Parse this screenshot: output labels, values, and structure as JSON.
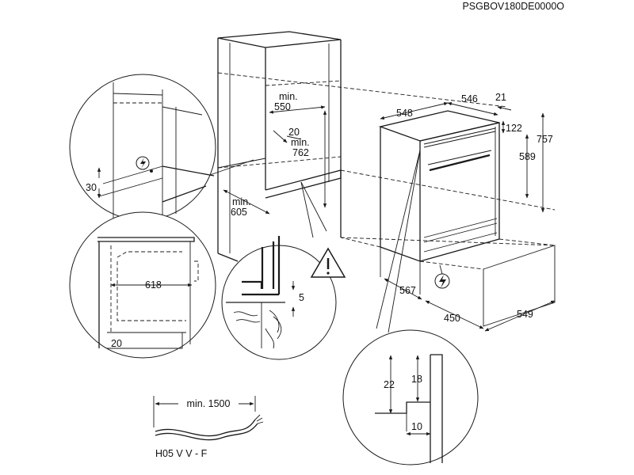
{
  "drawing_code": "PSGBOV180DE0000O",
  "dimensions": {
    "d548": "548",
    "d546": "546",
    "d21": "21",
    "d122": "122",
    "d757": "757",
    "d589": "589",
    "d567": "567",
    "d450": "450",
    "d549": "549",
    "min_550_a": "min.",
    "min_550_b": "550",
    "d20_cab": "20",
    "min_762_a": "min.",
    "min_762_b": "762",
    "min_605_a": "min.",
    "min_605_b": "605",
    "d30": "30",
    "d618": "618",
    "d20_base": "20",
    "d5": "5",
    "d22": "22",
    "d18": "18",
    "d10": "10",
    "cable_length": "min. 1500",
    "cable_type": "H05 V V - F"
  },
  "icons": {
    "warning": "warning-triangle-icon",
    "power": "electrical-connection-icon"
  },
  "colors": {
    "line": "#1a1a1a",
    "background": "#ffffff"
  }
}
